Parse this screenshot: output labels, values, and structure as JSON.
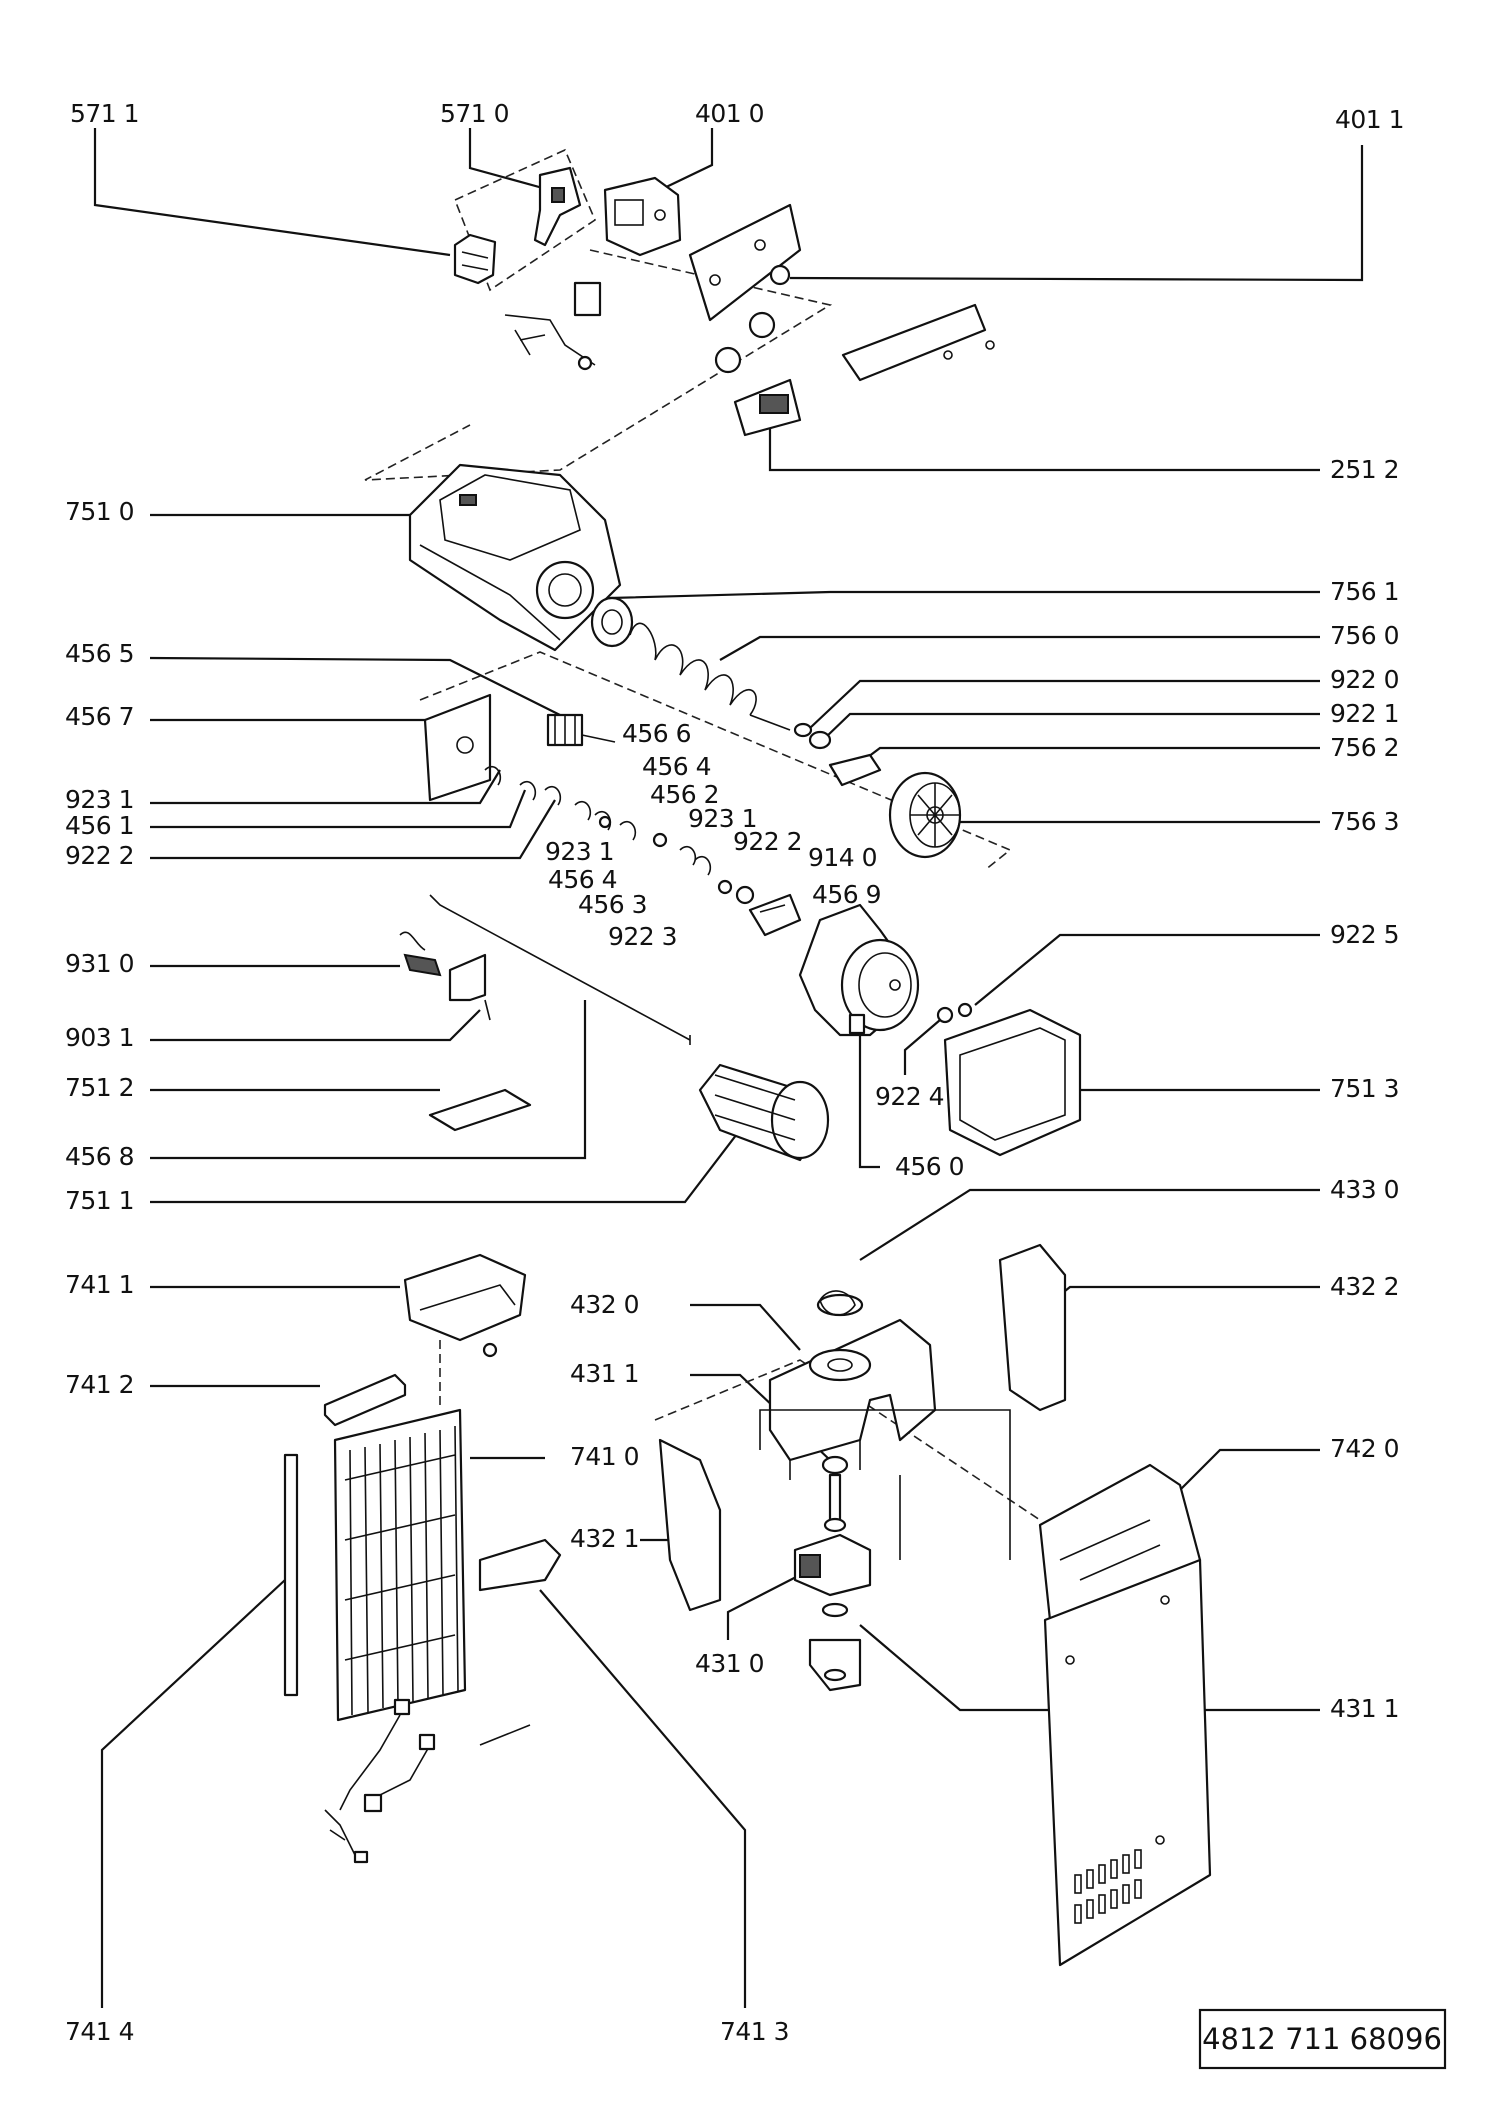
{
  "labels": {
    "l5711": "571 1",
    "l5710": "571 0",
    "l4010": "401 0",
    "l4011": "401 1",
    "l2512": "251 2",
    "l7510": "751 0",
    "l7561": "756 1",
    "l7560": "756 0",
    "l4565": "456 5",
    "l4567": "456 7",
    "l9220": "922 0",
    "l9221": "922 1",
    "l7562": "756 2",
    "l4566": "456 6",
    "l4564a": "456 4",
    "l4562": "456 2",
    "l9231a": "923 1",
    "l4561": "456 1",
    "l9231b": "923 1",
    "l7563": "756 3",
    "l9222a": "922 2",
    "l9231c": "923 1",
    "l9222b": "922 2",
    "l9140": "914 0",
    "l4564b": "456 4",
    "l4569": "456 9",
    "l4563": "456 3",
    "l9223": "922 3",
    "l9310": "931 0",
    "l9225": "922 5",
    "l9031": "903 1",
    "l9224": "922 4",
    "l7512": "751 2",
    "l7513": "751 3",
    "l4568": "456 8",
    "l4560": "456 0",
    "l7511": "751 1",
    "l4330": "433 0",
    "l7411": "741 1",
    "l4320": "432 0",
    "l4322": "432 2",
    "l4311a": "431 1",
    "l7412": "741 2",
    "l7410": "741 0",
    "l7420": "742 0",
    "l4321": "432 1",
    "l4310": "431 0",
    "l4311b": "431 1",
    "l7414": "741 4",
    "l7413": "741 3"
  },
  "drawing_code": "4812 711 68096"
}
